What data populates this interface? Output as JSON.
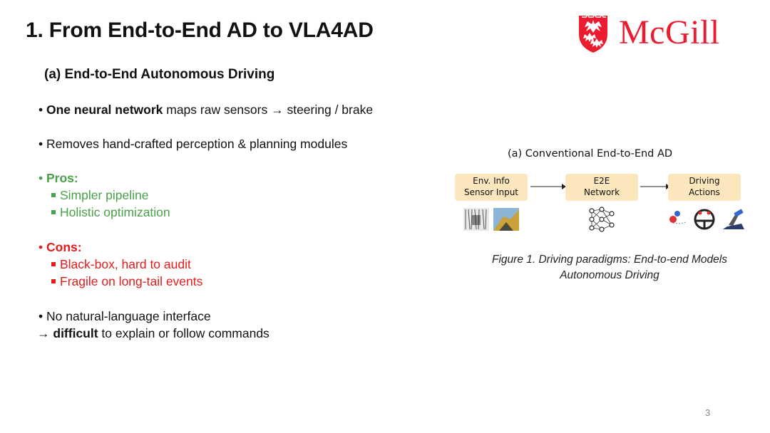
{
  "slide": {
    "title": "1. From End-to-End AD to VLA4AD",
    "subtitle": "(a) End-to-End Autonomous Driving",
    "page_number": "3"
  },
  "logo": {
    "text": "McGill",
    "color": "#ed1b2f"
  },
  "bullets": {
    "b1_bold": "One neural network",
    "b1_rest": " maps raw sensors → steering / brake",
    "b2": "Removes hand-crafted perception & planning modules",
    "pros_label": "Pros:",
    "pros": [
      "Simpler pipeline",
      "Holistic optimization"
    ],
    "cons_label": "Cons:",
    "cons": [
      "Black-box, hard to audit",
      "Fragile on long-tail events"
    ],
    "b5": "No natural-language interface",
    "b6_prefix": "→ ",
    "b6_bold": "difficult",
    "b6_rest": " to explain or follow commands"
  },
  "colors": {
    "pros": "#4aa04a",
    "cons": "#e31b1b",
    "box_fill": "#fbe6bd"
  },
  "figure": {
    "heading": "(a) Conventional End-to-End AD",
    "boxes": [
      {
        "line1": "Env. Info",
        "line2": "Sensor Input"
      },
      {
        "line1": "E2E",
        "line2": "Network"
      },
      {
        "line1": "Driving",
        "line2": "Actions"
      }
    ],
    "icons": [
      "sensor-images-icon",
      "neural-network-icon",
      "driving-controls-icon"
    ],
    "caption_line1": "Figure 1. Driving paradigms: End-to-end Models",
    "caption_line2": "Autonomous Driving"
  }
}
